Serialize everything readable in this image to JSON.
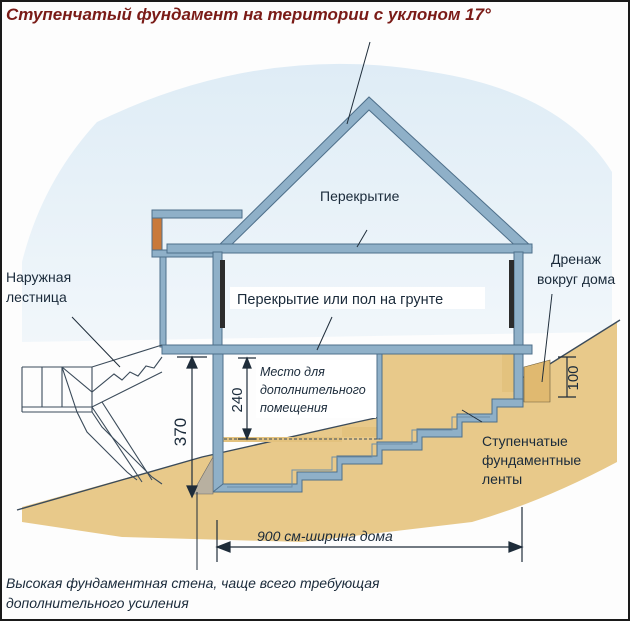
{
  "title": "Ступенчатый фундамент на територии с уклоном 17°",
  "labels": {
    "roof_slab": "Перекрытие",
    "floor": "Перекрытие или пол на грунте",
    "drainage_1": "Дренаж",
    "drainage_2": "вокруг дома",
    "stair_1": "Наружная",
    "stair_2": "лестница",
    "room_1": "Место для",
    "room_2": "дополнительного",
    "room_3": "помещения",
    "steps_1": "Ступенчатые",
    "steps_2": "фундаментные",
    "steps_3": "ленты",
    "width": "900 см-ширина дома",
    "wall_1": "Высокая фундаментная стена, чаще всего требующая",
    "wall_2": "дополнительного усиления"
  },
  "dimensions": {
    "height_370": "370",
    "height_240": "240",
    "height_100": "100"
  },
  "colors": {
    "title": "#7a1b17",
    "sky": "#cfe3f1",
    "soil": "#e8c98a",
    "structure": "#8fb0c8",
    "structure_dark": "#4e6f8a",
    "text": "#1a2a3a"
  }
}
